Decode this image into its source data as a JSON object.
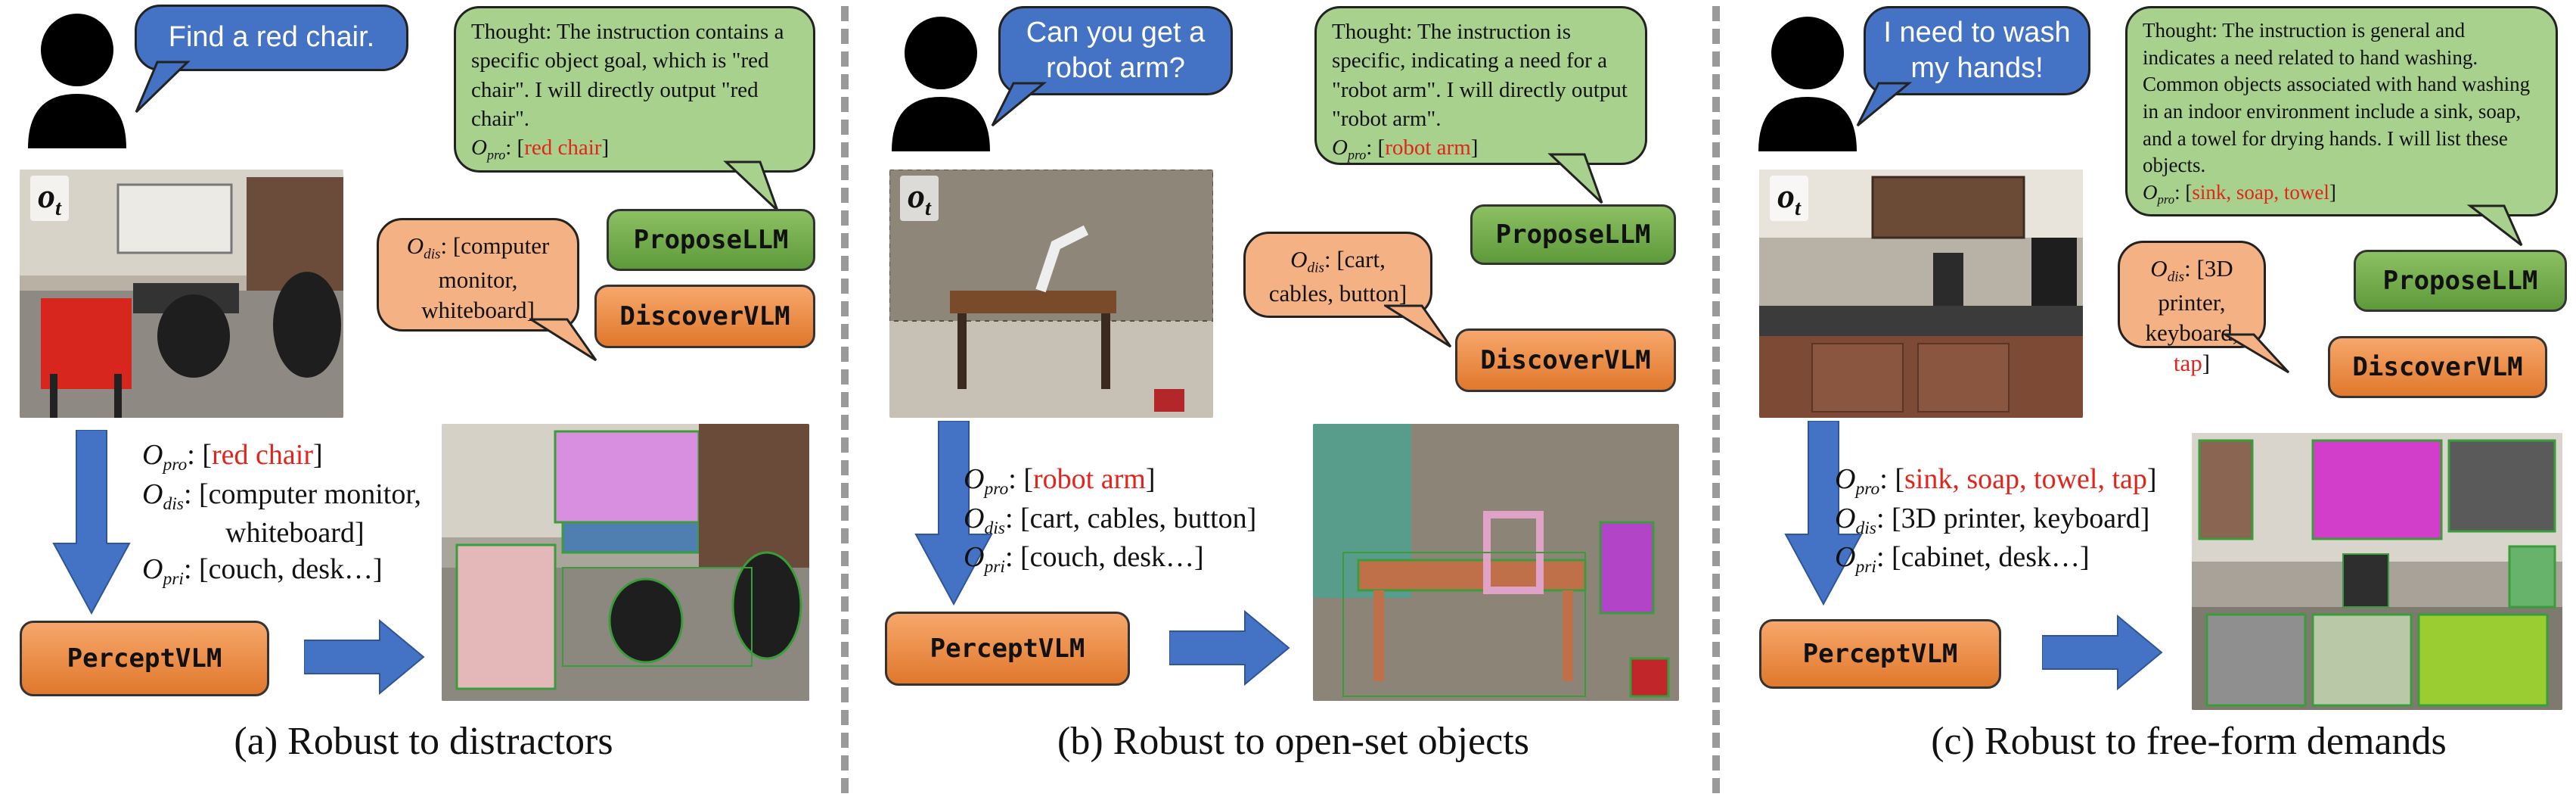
{
  "panels": [
    {
      "user_request": "Find a red chair.",
      "thought_text": "Thought: The instruction contains a specific object goal, which is \"red chair\". I will directly output \"red chair\".",
      "o_pro_label": "O",
      "o_pro_sub": "pro",
      "o_pro_value": "red chair",
      "propose_label": "ProposeLLM",
      "discover_label": "DiscoverVLM",
      "o_dis_value": "computer monitor, whiteboard",
      "percept_label": "PerceptVLM",
      "ot_label": "o",
      "ot_sub": "t",
      "list_pro": "red chair",
      "list_dis": "computer monitor, whiteboard]",
      "list_dis_line1": "[computer monitor,",
      "list_dis_line2": "whiteboard]",
      "list_pri": "[couch, desk…]",
      "caption": "(a) Robust to distractors"
    },
    {
      "user_request": "Can you get a robot arm?",
      "thought_text": "Thought: The instruction is specific, indicating a need for a \"robot arm\". I will directly output \"robot arm\".",
      "o_pro_value": "robot arm",
      "propose_label": "ProposeLLM",
      "discover_label": "DiscoverVLM",
      "o_dis_value": "cart, cables, button",
      "percept_label": "PerceptVLM",
      "list_pro": "robot arm",
      "list_dis_line1": "[cart, cables, button]",
      "list_pri": "[couch, desk…]",
      "caption": "(b) Robust to open-set objects"
    },
    {
      "user_request": "I need to wash my hands!",
      "thought_text": "Thought: The instruction is general and indicates a need related to hand washing. Common objects associated with hand washing in an indoor environment include a sink, soap, and a towel for drying hands. I will list these objects.",
      "o_pro_value": "sink, soap, towel",
      "propose_label": "ProposeLLM",
      "discover_label": "DiscoverVLM",
      "o_dis_value_black": "3D printer, keyboard, ",
      "o_dis_value_red": "tap",
      "percept_label": "PerceptVLM",
      "list_pro": "sink, soap, towel, tap",
      "list_dis_line1": "[3D printer, keyboard]",
      "list_pri": "[cabinet, desk…]",
      "caption": "(c) Robust to free-form demands"
    }
  ],
  "subs": {
    "pro": "pro",
    "dis": "dis",
    "pri": "pri"
  },
  "colors": {
    "user_bubble": "#4472c4",
    "thought_bubble": "#a9d18e",
    "discover_bubble": "#f4b183",
    "highlight": "#e3241b",
    "arrow": "#4472c4"
  }
}
